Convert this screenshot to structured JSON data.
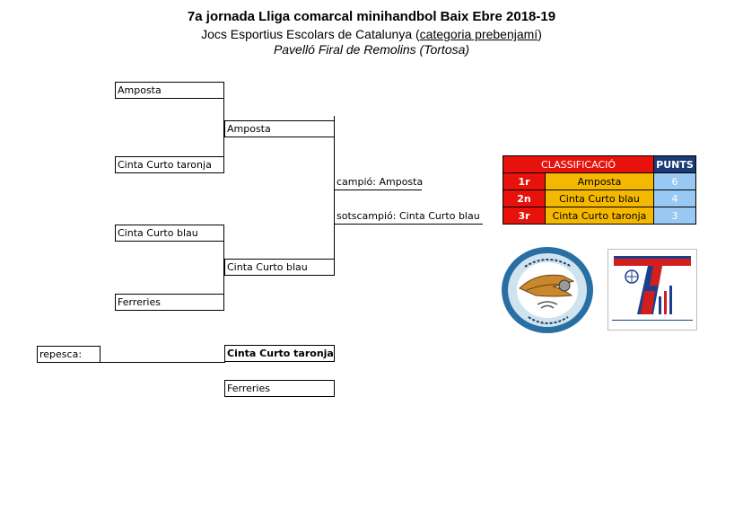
{
  "header": {
    "title": "7a jornada Lliga comarcal minihandbol Baix Ebre 2018-19",
    "subtitle_prefix": "Jocs Esportius Escolars de Catalunya (",
    "subtitle_category": "categoria prebenjamí",
    "subtitle_suffix": ")",
    "venue": "Pavelló Firal de Remolins (Tortosa)"
  },
  "bracket": {
    "semi1_team1": "Amposta",
    "semi1_team2": "Cinta Curto taronja",
    "semi2_team1": "Cinta Curto blau",
    "semi2_team2": "Ferreries",
    "final_team1": "Amposta",
    "final_team2": "Cinta Curto blau",
    "champion_label": "campió: Amposta",
    "runnerup_label": "sotscampió: Cinta Curto blau"
  },
  "repesca": {
    "label": "repesca:",
    "team1": "Cinta Curto taronja",
    "team2": "Ferreries"
  },
  "classification": {
    "header": "CLASSIFICACIÓ",
    "points_header": "PUNTS",
    "rows": [
      {
        "pos": "1r",
        "team": "Amposta",
        "points": "6"
      },
      {
        "pos": "2n",
        "team": "Cinta Curto blau",
        "points": "4"
      },
      {
        "pos": "3r",
        "team": "Cinta Curto taronja",
        "points": "3"
      }
    ]
  },
  "logos": {
    "left_icon": "handball-club-emblem-icon",
    "right_icon": "centre-esports-tortosa-logo-icon"
  },
  "colors": {
    "red": "#e8120c",
    "navy": "#1b3a7a",
    "gold": "#f5b800",
    "lightblue": "#99c8f2"
  }
}
